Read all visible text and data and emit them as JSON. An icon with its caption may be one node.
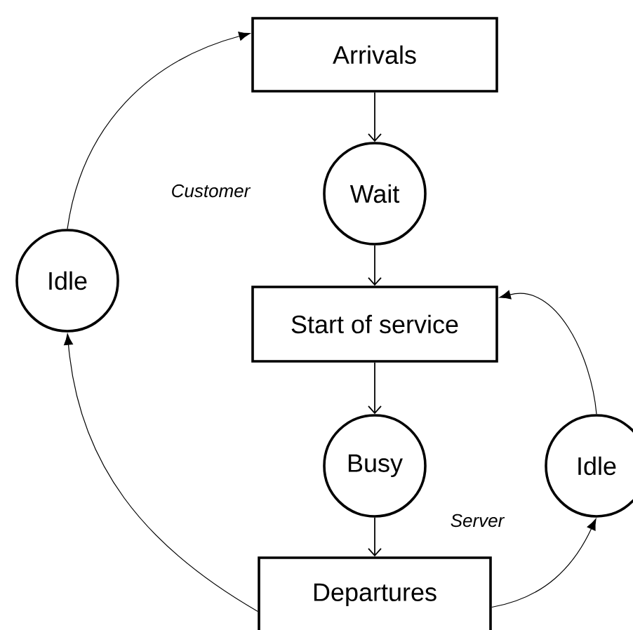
{
  "diagram": {
    "nodes": [
      {
        "text": [
          "Arrivals"
        ]
      },
      {
        "text": [
          "Wait"
        ]
      },
      {
        "text": [
          "Start of service"
        ]
      },
      {
        "text": [
          "Busy"
        ]
      },
      {
        "text": [
          "Departures"
        ]
      },
      {
        "text": [
          "Idle"
        ]
      },
      {
        "text": [
          "Idle"
        ]
      }
    ],
    "edges": [
      {
        "from": 0,
        "to": 1,
        "arrow": "to"
      },
      {
        "from": 1,
        "to": 2,
        "arrow": "to"
      },
      {
        "from": 2,
        "to": 3,
        "arrow": "to"
      },
      {
        "from": 3,
        "to": 4,
        "arrow": "to"
      },
      {
        "from": 5,
        "to": 0,
        "arrow": "to"
      },
      {
        "from": 4,
        "to": 5,
        "arrow": "to"
      },
      {
        "from": 4,
        "to": 6,
        "arrow": "to"
      },
      {
        "from": 6,
        "to": 2,
        "arrow": "to"
      }
    ],
    "labels": [
      "Customer",
      "Server"
    ]
  }
}
